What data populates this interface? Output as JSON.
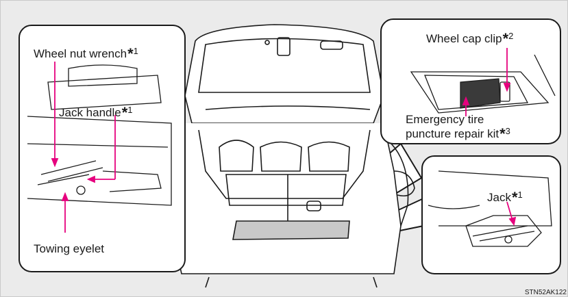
{
  "labels": {
    "wheel_nut_wrench": "Wheel nut wrench",
    "wheel_nut_wrench_note": "1",
    "jack_handle": "Jack handle",
    "jack_handle_note": "1",
    "towing_eyelet": "Towing eyelet",
    "wheel_cap_clip": "Wheel cap clip",
    "wheel_cap_clip_note": "2",
    "repair_kit_line1": "Emergency tire",
    "repair_kit_line2": "puncture repair kit",
    "repair_kit_note": "3",
    "jack": "Jack",
    "jack_note": "1",
    "star": "*"
  },
  "figure_code": "STN52AK122",
  "colors": {
    "background": "#ebebeb",
    "callout_pink": "#e6007e",
    "outline": "#1a1a1a",
    "highlight_floor": "#c9c9c9"
  }
}
